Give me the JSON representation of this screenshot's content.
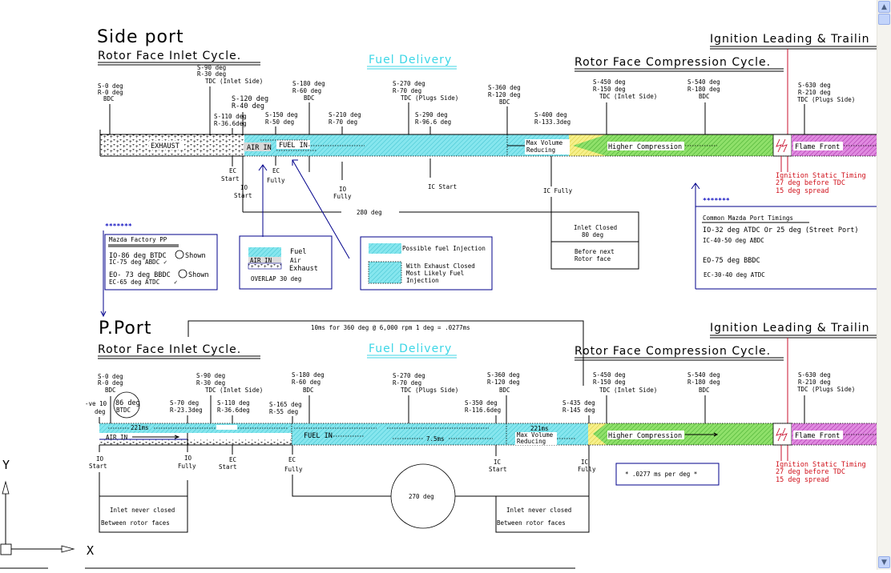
{
  "window": {
    "title": "Rotary Engine Port Timing Diagram"
  },
  "side_port": {
    "title": "Side port",
    "inlet_cycle_heading": "Rotor Face Inlet Cycle.",
    "fuel_delivery_heading": "Fuel Delivery",
    "compression_heading": "Rotor Face Compression Cycle.",
    "ignition_heading": "Ignition Leading & Trailin",
    "markers": [
      {
        "s": "S-0 deg",
        "r": "R-0 deg",
        "note": "BDC"
      },
      {
        "s": "S-90 deg",
        "r": "R-30 deg",
        "note": "TDC (Inlet Side)"
      },
      {
        "s": "S-120 deg",
        "r": "R-40 deg",
        "note": ""
      },
      {
        "s": "S-110 deg",
        "r": "R-36.6deg",
        "note": ""
      },
      {
        "s": "S-150 deg",
        "r": "R-50 deg",
        "note": ""
      },
      {
        "s": "S-180 deg",
        "r": "R-60 deg",
        "note": "BDC"
      },
      {
        "s": "S-210 deg",
        "r": "R-70 deg",
        "note": ""
      },
      {
        "s": "S-270 deg",
        "r": "R-70 deg",
        "note": "TDC (Plugs Side)"
      },
      {
        "s": "S-290 deg",
        "r": "R-96.6 deg",
        "note": ""
      },
      {
        "s": "S-360 deg",
        "r": "R-120 deg",
        "note": "BDC"
      },
      {
        "s": "S-400 deg",
        "r": "R-133.3deg",
        "note": ""
      },
      {
        "s": "S-450 deg",
        "r": "R-150 deg",
        "note": "TDC (Inlet Side)"
      },
      {
        "s": "S-540 deg",
        "r": "R-180 deg",
        "note": "BDC"
      },
      {
        "s": "S-630 deg",
        "r": "R-210 deg",
        "note": "TDC (Plugs Side)"
      }
    ],
    "bar_labels": {
      "exhaust": "EXHAUST",
      "air_in": "AIR IN",
      "fuel_in": "FUEL IN",
      "max_volume_1": "Max Volume",
      "max_volume_2": "Reducing",
      "higher_compression": "Higher Compression",
      "flame_front": "Flame Front"
    },
    "events": {
      "ec_start": [
        "EC",
        "Start"
      ],
      "ec_fully": [
        "EC",
        "Fully"
      ],
      "io_start": [
        "IO",
        "Start"
      ],
      "io_fully": [
        "IO",
        "Fully"
      ],
      "ic_start": "IC Start",
      "ic_fully": "IC Fully"
    },
    "duration_label": "280 deg",
    "inlet_closed_box": {
      "line1": "Inlet Closed",
      "line2": "80 deg",
      "line3": "Before next",
      "line4": "Rotor face"
    },
    "ignition_note": [
      "Ignition Static Timing",
      "27 deg before TDC",
      "15 deg spread"
    ]
  },
  "legend_boxes": {
    "stars": "*******",
    "factory_pp": {
      "title": "Mazda Factory PP",
      "lines": [
        "IO-86 deg BTDC",
        "IC-75 deg ABDC",
        "EO- 73 deg BBDC",
        "EC-65 deg ATDC"
      ],
      "shown": "Shown",
      "check": "✓"
    },
    "bar_key": {
      "fuel": "Fuel",
      "air": "Air",
      "exhaust": "Exhaust",
      "air_in": "AIR IN",
      "overlap": "OVERLAP 30 deg"
    },
    "fuel_key": {
      "possible": "Possible fuel Injection",
      "likely_1": "With Exhaust Closed",
      "likely_2": "Most Likely Fuel",
      "likely_3": "Injection"
    },
    "common_timings": {
      "title": "Common Mazda Port Timings",
      "lines": [
        "IO-32 deg ATDC  Or 25 deg (Street Port)",
        "IC-40-50 deg ABDC",
        "EO-75 deg BBDC",
        "EC-30-40 deg ATDC"
      ]
    }
  },
  "p_port": {
    "title": "P.Port",
    "timing_note": "10ms for 360 deg @ 6,000 rpm    1 deg = .0277ms",
    "inlet_cycle_heading": "Rotor Face Inlet Cycle.",
    "fuel_delivery_heading": "Fuel Delivery",
    "compression_heading": "Rotor Face Compression Cycle.",
    "ignition_heading": "Ignition Leading & Trailin",
    "markers": [
      {
        "s": "S-0 deg",
        "r": "R-0 deg",
        "note": "BDC"
      },
      {
        "s": "S-90 deg",
        "r": "R-30 deg",
        "note": "TDC (Inlet Side)"
      },
      {
        "s": "S-180 deg",
        "r": "R-60 deg",
        "note": "BDC"
      },
      {
        "s": "S-270 deg",
        "r": "R-70 deg",
        "note": "TDC (Plugs Side)"
      },
      {
        "s": "S-360 deg",
        "r": "R-120 deg",
        "note": "BDC"
      },
      {
        "s": "S-450 deg",
        "r": "R-150 deg",
        "note": "TDC (Inlet Side)"
      },
      {
        "s": "S-540 deg",
        "r": "R-180 deg",
        "note": "BDC"
      },
      {
        "s": "S-630 deg",
        "r": "R-210 deg",
        "note": "TDC (Plugs Side)"
      },
      {
        "s": "S-70 deg",
        "r": "R-23.3deg",
        "note": ""
      },
      {
        "s": "S-110 deg",
        "r": "R-36.6deg",
        "note": ""
      },
      {
        "s": "S-165 deg",
        "r": "R-55 deg",
        "note": ""
      },
      {
        "s": "S-350 deg",
        "r": "R-116.6deg",
        "note": ""
      },
      {
        "s": "S-435 deg",
        "r": "R-145 deg",
        "note": ""
      }
    ],
    "neg10": [
      "-ve 10",
      "deg"
    ],
    "circle86": [
      "86 deg",
      "BTDC"
    ],
    "bar_labels": {
      "ms221_a": "221ms",
      "ms221_b": "221ms",
      "ms75": "7.5ms",
      "air_in": "AIR IN",
      "fuel_in": "FUEL IN",
      "max_volume_1": "Max Volume",
      "max_volume_2": "Reducing",
      "higher_compression": "Higher Compression",
      "flame_front": "Flame Front"
    },
    "events": {
      "io_start": [
        "IO",
        "Start"
      ],
      "io_fully": [
        "IO",
        "Fully"
      ],
      "ec_start": [
        "EC",
        "Start"
      ],
      "ec_fully": [
        "EC",
        "Fully"
      ],
      "ic_start": [
        "IC",
        "Start"
      ],
      "ic_fully": [
        "IC",
        "Fully"
      ]
    },
    "circle270": "270 deg",
    "inlet_box_left": [
      "Inlet never closed",
      "Between rotor faces"
    ],
    "inlet_box_right": [
      "Inlet never closed",
      "Between rotor faces"
    ],
    "ms_per_deg": "* .0277 ms per deg *",
    "ignition_note": [
      "Ignition Static Timing",
      "27 deg before TDC",
      "15 deg spread"
    ]
  },
  "ucs": {
    "x_label": "X",
    "y_label": "Y"
  },
  "colors": {
    "fuel": "#7fe3ea",
    "compression": "#7ed957",
    "flame": "#d66bd6",
    "transition": "#f4ec7a",
    "ignition": "#c8102e",
    "leader": "#00008b"
  }
}
